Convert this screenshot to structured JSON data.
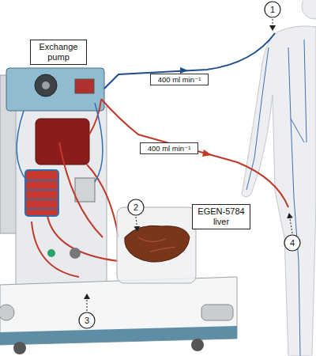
{
  "diagram": {
    "nodes": [
      {
        "text": [
          "1"
        ]
      },
      {
        "text": [
          "Exchange pump"
        ]
      },
      {
        "text": [
          "400 ml min⁻¹"
        ]
      },
      {
        "text": [
          "400 ml min⁻¹"
        ]
      },
      {
        "text": [
          "2"
        ]
      },
      {
        "text": [
          "EGEN-5784 liver"
        ]
      },
      {
        "text": [
          "4"
        ]
      },
      {
        "text": [
          "3"
        ]
      }
    ]
  }
}
